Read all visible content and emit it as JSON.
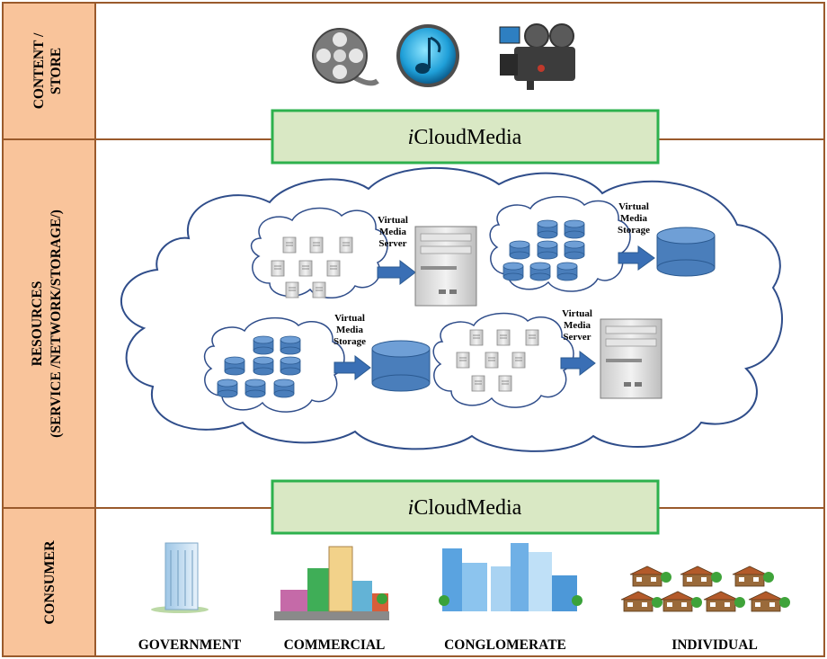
{
  "bands": {
    "content": "CONTENT / STORE",
    "content_line1": "CONTENT /",
    "content_line2": "STORE",
    "resources_line1": "RESOURCES",
    "resources_line2": "(SERVICE /NETWORK/STORAGE/)",
    "consumer": "CONSUMER"
  },
  "icloud_top": {
    "italic": "i",
    "rest": "CloudMedia"
  },
  "icloud_bottom": {
    "italic": "i",
    "rest": "CloudMedia"
  },
  "cloud_labels": {
    "top_server": [
      "Virtual",
      "Media",
      "Server"
    ],
    "top_storage": [
      "Virtual",
      "Media",
      "Storage"
    ],
    "bottom_storage": [
      "Virtual",
      "Media",
      "Storage"
    ],
    "bottom_server": [
      "Virtual",
      "Media",
      "Server"
    ]
  },
  "consumers": [
    "GOVERNMENT",
    "COMMERCIAL",
    "CONGLOMERATE",
    "INDIVIDUAL"
  ],
  "icons": {
    "content": [
      "film-reel-icon",
      "music-note-icon",
      "video-camera-icon"
    ]
  },
  "colors": {
    "band_fill": "#f9c49b",
    "border": "#9a5a2c",
    "box_fill": "#d9e8c4",
    "box_stroke": "#2db14d",
    "cloud_stroke": "#2f4d8a",
    "cylinder": "#4a7ebb",
    "arrow": "#3a6fb5"
  }
}
